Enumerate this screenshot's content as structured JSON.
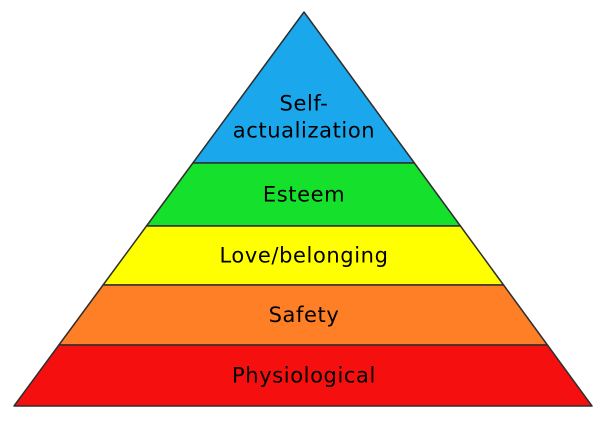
{
  "pyramid": {
    "levels": [
      {
        "label_lines": [
          "Self-",
          "actualization"
        ],
        "color": "#1aa7ec"
      },
      {
        "label_lines": [
          "Esteem"
        ],
        "color": "#15e02b"
      },
      {
        "label_lines": [
          "Love/belonging"
        ],
        "color": "#ffff00"
      },
      {
        "label_lines": [
          "Safety"
        ],
        "color": "#ff7f26"
      },
      {
        "label_lines": [
          "Physiological"
        ],
        "color": "#f50f0f"
      }
    ],
    "outline_color": "#2f2f2f"
  }
}
